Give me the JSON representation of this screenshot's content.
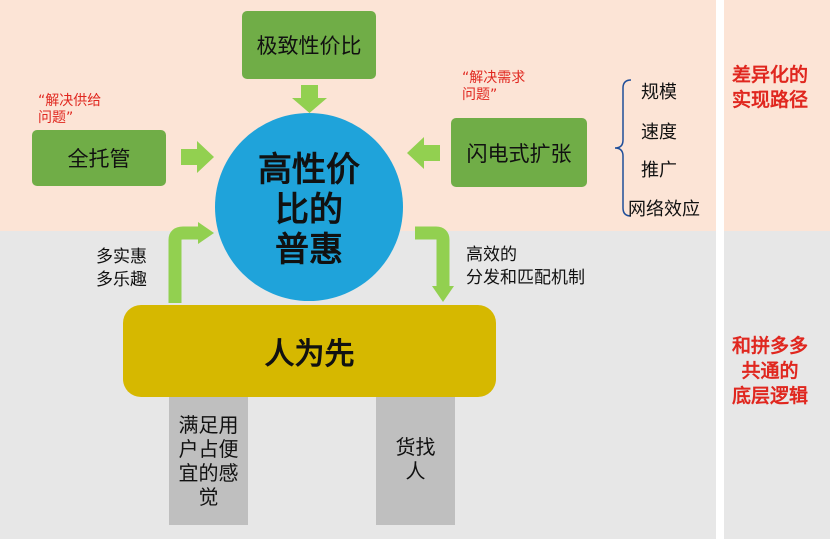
{
  "top_label": "极致性价比",
  "left_label": "全托管",
  "right_label": "闪电式扩张",
  "left_note": [
    "“解决供给",
    "问题”"
  ],
  "right_note": [
    "“解决需求",
    "问题”"
  ],
  "center_lines": [
    "高性价",
    "比的",
    "普惠"
  ],
  "left_side_text": [
    "多实惠",
    "多乐趣"
  ],
  "right_side_text": [
    "高效的",
    "分发和匹配机制"
  ],
  "base_label": "人为先",
  "pillars": [
    {
      "lines": [
        "满足用",
        "户占便",
        "宜的感",
        "觉"
      ]
    },
    {
      "lines": [
        "货找",
        "人"
      ]
    }
  ],
  "expansion_items": [
    "规模",
    "速度",
    "推广",
    "网络效应"
  ],
  "side_labels": {
    "top": [
      "差异化的",
      "实现路径"
    ],
    "bottom": [
      "和拼多多",
      "共通的",
      "底层逻辑"
    ]
  },
  "colors": {
    "green_box": "#70ad47",
    "arrow_green": "#92d050",
    "circle_blue": "#1fa3da",
    "base_yellow": "#d6b800",
    "pillar_gray": "#bfbfbf",
    "accent_red": "#e0271f",
    "top_band": "#fce4d6",
    "bottom_band": "#e7e7e7"
  }
}
